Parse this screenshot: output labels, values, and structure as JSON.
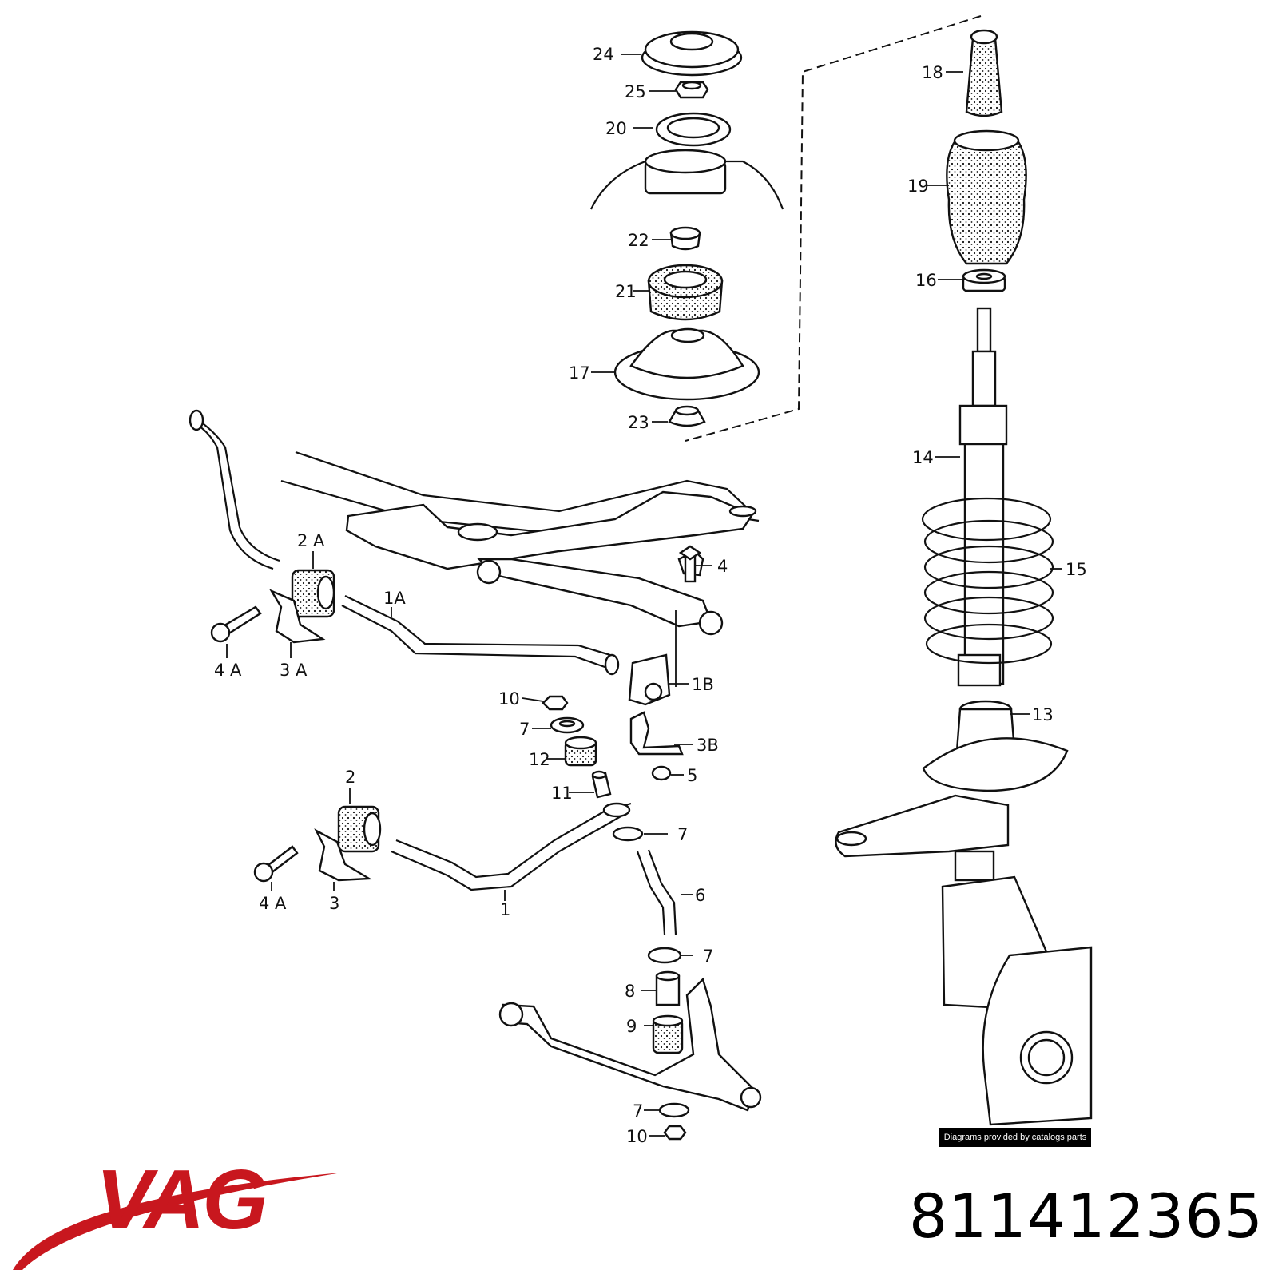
{
  "callouts": {
    "c24": "24",
    "c25": "25",
    "c20": "20",
    "c22": "22",
    "c21": "21",
    "c17": "17",
    "c23": "23",
    "c18": "18",
    "c19": "19",
    "c16": "16",
    "c14": "14",
    "c15": "15",
    "c13": "13",
    "c2A": "2 A",
    "c4": "4",
    "c1A": "1A",
    "c4A_top": "4 A",
    "c3A": "3 A",
    "c1B": "1B",
    "c10_top": "10",
    "c7_a": "7",
    "c12": "12",
    "c11": "11",
    "c3B": "3B",
    "c5": "5",
    "c2": "2",
    "c7_b": "7",
    "c6": "6",
    "c4A_bot": "4 A",
    "c3": "3",
    "c1": "1",
    "c7_c": "7",
    "c8": "8",
    "c9": "9",
    "c7_d": "7",
    "c10_bot": "10"
  },
  "credit": "Diagrams provided by catalogs parts",
  "brand": {
    "logo_text": "VAG",
    "logo_color": "#c8171e"
  },
  "part_number": "811412365"
}
